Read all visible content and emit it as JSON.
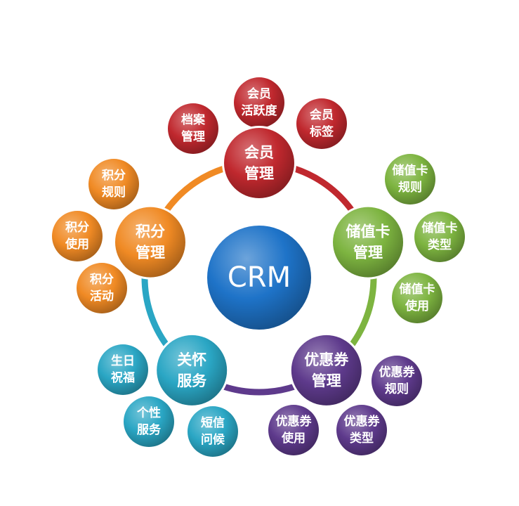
{
  "center": {
    "label": "CRM",
    "color": "#1e73c8"
  },
  "modules": [
    {
      "id": "member",
      "lines": [
        "会员",
        "管理"
      ],
      "color": "#c0282e",
      "items": [
        {
          "lines": [
            "档案",
            "管理"
          ]
        },
        {
          "lines": [
            "会员",
            "活跃度"
          ]
        },
        {
          "lines": [
            "会员",
            "标签"
          ]
        }
      ]
    },
    {
      "id": "stored-value-card",
      "lines": [
        "储值卡",
        "管理"
      ],
      "color": "#7db440",
      "items": [
        {
          "lines": [
            "储值卡",
            "规则"
          ]
        },
        {
          "lines": [
            "储值卡",
            "类型"
          ]
        },
        {
          "lines": [
            "储值卡",
            "使用"
          ]
        }
      ]
    },
    {
      "id": "coupon",
      "lines": [
        "优惠券",
        "管理"
      ],
      "color": "#5e3a8c",
      "items": [
        {
          "lines": [
            "优惠券",
            "规则"
          ]
        },
        {
          "lines": [
            "优惠券",
            "类型"
          ]
        },
        {
          "lines": [
            "优惠券",
            "使用"
          ]
        }
      ]
    },
    {
      "id": "care",
      "lines": [
        "关怀",
        "服务"
      ],
      "color": "#2aa6c4",
      "items": [
        {
          "lines": [
            "短信",
            "问候"
          ]
        },
        {
          "lines": [
            "个性",
            "服务"
          ]
        },
        {
          "lines": [
            "生日",
            "祝福"
          ]
        }
      ]
    },
    {
      "id": "points",
      "lines": [
        "积分",
        "管理"
      ],
      "color": "#f08a24",
      "items": [
        {
          "lines": [
            "积分",
            "活动"
          ]
        },
        {
          "lines": [
            "积分",
            "使用"
          ]
        },
        {
          "lines": [
            "积分",
            "规则"
          ]
        }
      ]
    }
  ]
}
